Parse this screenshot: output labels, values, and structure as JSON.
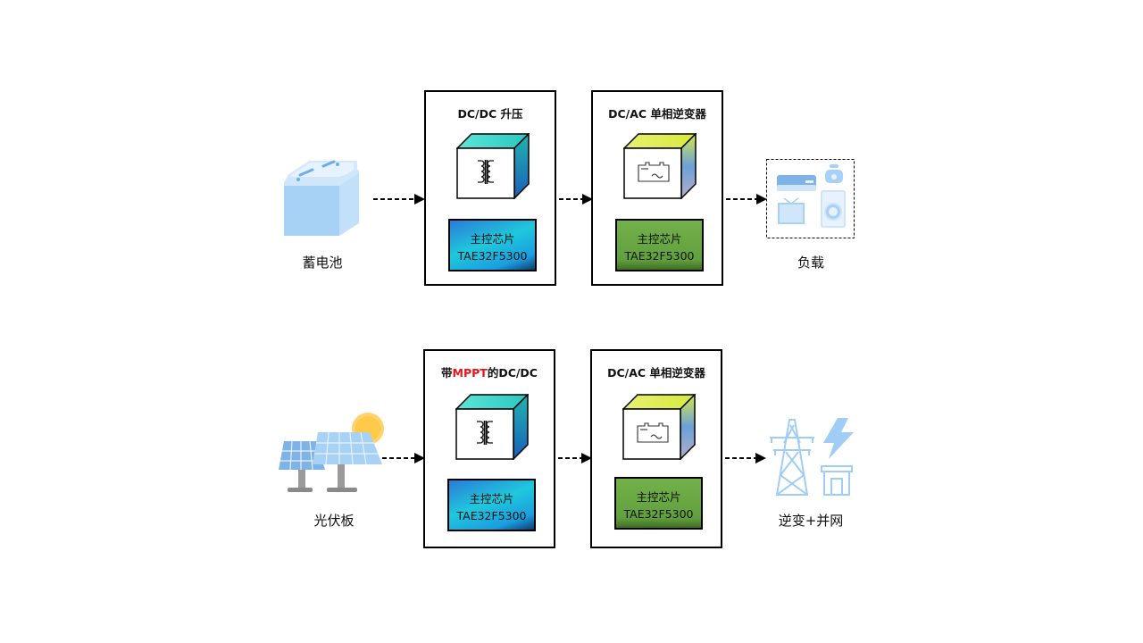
{
  "rows": [
    {
      "source": {
        "label": "蓄电池",
        "icon": "battery-icon"
      },
      "stage1": {
        "title": "DC/DC 升压",
        "icon": "transformer-icon",
        "chip_line1": "主控芯片",
        "chip_line2": "TAE32F5300",
        "chip_color": "blue"
      },
      "stage2": {
        "title": "DC/AC 单相逆变器",
        "icon": "inverter-icon",
        "chip_line1": "主控芯片",
        "chip_line2": "TAE32F5300",
        "chip_color": "green"
      },
      "target": {
        "label": "负载",
        "icon": "appliances-icon"
      }
    },
    {
      "source": {
        "label": "光伏板",
        "icon": "solar-panel-icon"
      },
      "stage1": {
        "title_prefix": "带",
        "title_highlight": "MPPT",
        "title_suffix": "的DC/DC",
        "icon": "transformer-icon",
        "chip_line1": "主控芯片",
        "chip_line2": "TAE32F5300",
        "chip_color": "blue"
      },
      "stage2": {
        "title": "DC/AC 单相逆变器",
        "icon": "inverter-icon",
        "chip_line1": "主控芯片",
        "chip_line2": "TAE32F5300",
        "chip_color": "green"
      },
      "target": {
        "label": "逆变+并网",
        "icon": "power-grid-icon"
      }
    }
  ],
  "colors": {
    "highlight": "#e8141a",
    "chip_blue": "#1fc8dc",
    "chip_green": "#62a03e",
    "icon_blue": "#9fcdf5"
  }
}
